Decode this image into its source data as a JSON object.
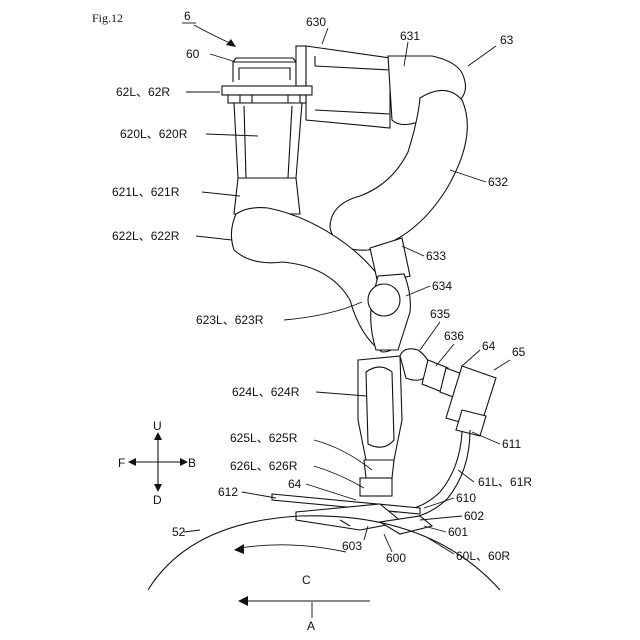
{
  "figure": {
    "title": "Fig.12",
    "ref_number": "6"
  },
  "labels": {
    "l60": "60",
    "l630": "630",
    "l631": "631",
    "l63": "63",
    "l62": "62L、62R",
    "l620": "620L、620R",
    "l632": "632",
    "l621": "621L、621R",
    "l622": "622L、622R",
    "l633": "633",
    "l634": "634",
    "l623": "623L、623R",
    "l635": "635",
    "l636": "636",
    "l64a": "64",
    "l65": "65",
    "l624": "624L、624R",
    "l611": "611",
    "l625": "625L、625R",
    "l626": "626L、626R",
    "l64b": "64",
    "l61": "61L、61R",
    "l612": "612",
    "l610": "610",
    "l602": "602",
    "l601": "601",
    "l603": "603",
    "l600": "600",
    "l60LR": "60L、60R",
    "l52": "52",
    "lC": "C",
    "lA": "A"
  },
  "directions": {
    "up": "U",
    "down": "D",
    "forward": "F",
    "back": "B"
  }
}
